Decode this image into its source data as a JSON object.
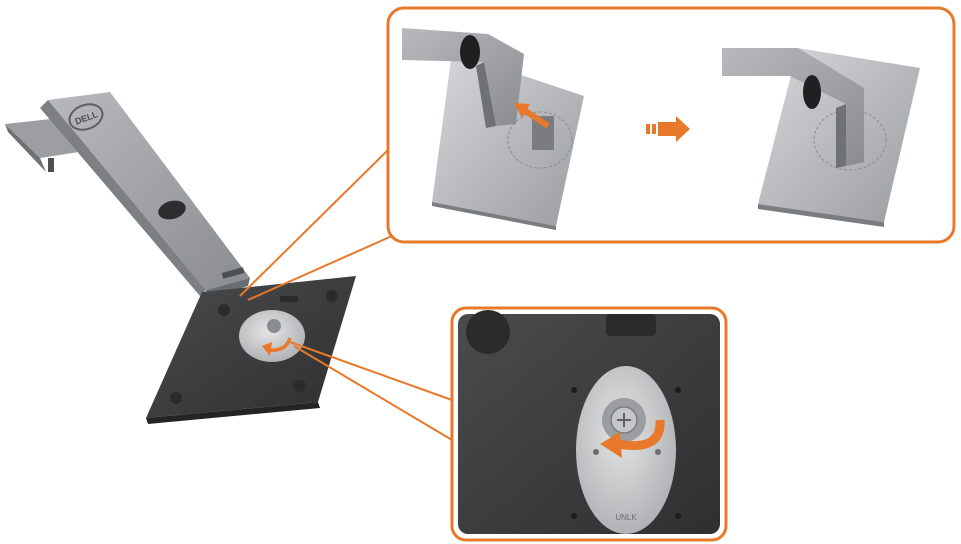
{
  "brand_label": "DELL",
  "base_label": "UNLK",
  "colors": {
    "accent": "#e8782a",
    "stand_light": "#a9abae",
    "stand_mid": "#8e9194",
    "stand_dark": "#5c5f62",
    "base_dark": "#3b3c3e",
    "base_edge": "#2a2b2c",
    "plate": "#c9cbcd"
  },
  "steps": [
    {
      "name": "insert-stand-riser",
      "shows_arrow": true
    },
    {
      "name": "stand-attached",
      "shows_arrow": false
    }
  ],
  "base_detail": {
    "action": "rotate-screw-clockwise"
  }
}
